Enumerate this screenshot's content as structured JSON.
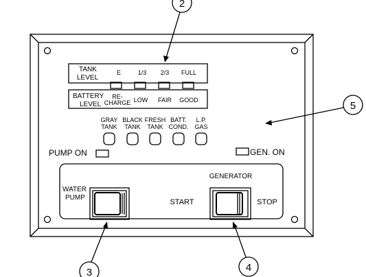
{
  "tank_panel": {
    "title_line1": "TANK",
    "title_line2": "LEVEL",
    "levels": [
      "E",
      "1/3",
      "2/3",
      "FULL"
    ]
  },
  "battery_panel": {
    "title_line1": "BATTERY",
    "title_line2": "LEVEL",
    "recharge_line1": "RE-",
    "recharge_line2": "CHARGE",
    "levels": [
      "LOW",
      "FAIR",
      "GOOD"
    ]
  },
  "selectors": [
    {
      "line1": "GRAY",
      "line2": "TANK"
    },
    {
      "line1": "BLACK",
      "line2": "TANK"
    },
    {
      "line1": "FRESH",
      "line2": "TANK"
    },
    {
      "line1": "BATT.",
      "line2": "COND."
    },
    {
      "line1": "L.P.",
      "line2": "GAS"
    }
  ],
  "indicators": {
    "pump_on": "PUMP ON",
    "gen_on": "GEN. ON"
  },
  "switches": {
    "water_line1": "WATER",
    "water_line2": "PUMP",
    "generator": "GENERATOR",
    "start": "START",
    "stop": "STOP"
  },
  "callouts": [
    "2",
    "3",
    "4",
    "5"
  ]
}
